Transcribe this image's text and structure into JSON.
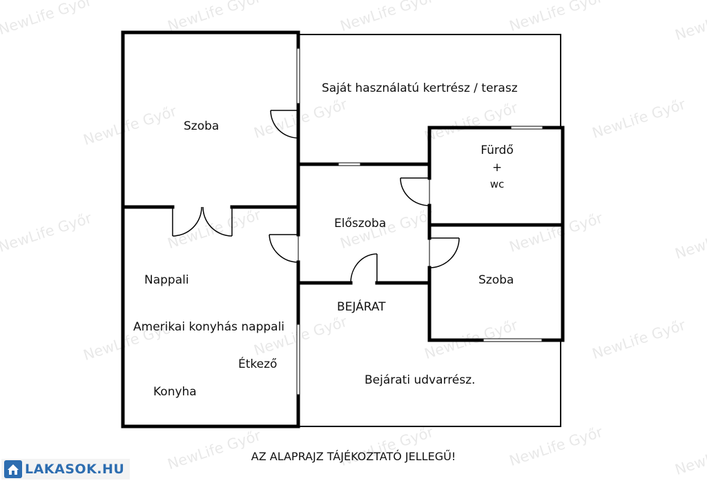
{
  "rooms": {
    "szoba_top": "Szoba",
    "terrace": "Saját használatú kertrész / terasz",
    "bath_line1": "Fürdő",
    "bath_line2": "+",
    "bath_line3": "wc",
    "hall": "Előszoba",
    "nappali": "Nappali",
    "amerikai": "Amerikai konyhás nappali",
    "etkezo": "Étkező",
    "konyha": "Konyha",
    "szoba_right": "Szoba",
    "entrance": "BEJÁRAT",
    "yard": "Bejárati udvarrész."
  },
  "disclaimer": "AZ ALAPRAJZ TÁJÉKOZTATÓ JELLEGŰ!",
  "watermark_text": "NewLife Győr",
  "logo": {
    "text": "LAKASOK.HU",
    "icon": "house-icon",
    "color": "#2d6db0"
  },
  "colors": {
    "wall": "#000000",
    "background": "#ffffff"
  }
}
